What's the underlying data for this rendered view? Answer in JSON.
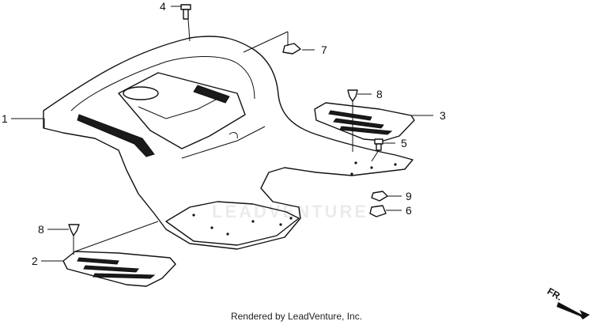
{
  "callouts": [
    {
      "id": "1",
      "label": "1"
    },
    {
      "id": "2",
      "label": "2"
    },
    {
      "id": "3",
      "label": "3"
    },
    {
      "id": "4",
      "label": "4"
    },
    {
      "id": "5",
      "label": "5"
    },
    {
      "id": "6",
      "label": "6"
    },
    {
      "id": "7",
      "label": "7"
    },
    {
      "id": "8a",
      "label": "8"
    },
    {
      "id": "8b",
      "label": "8"
    },
    {
      "id": "9",
      "label": "9"
    }
  ],
  "direction_label": "FR.",
  "watermark": "LEADVENTURE",
  "credit": "Rendered by LeadVenture, Inc."
}
